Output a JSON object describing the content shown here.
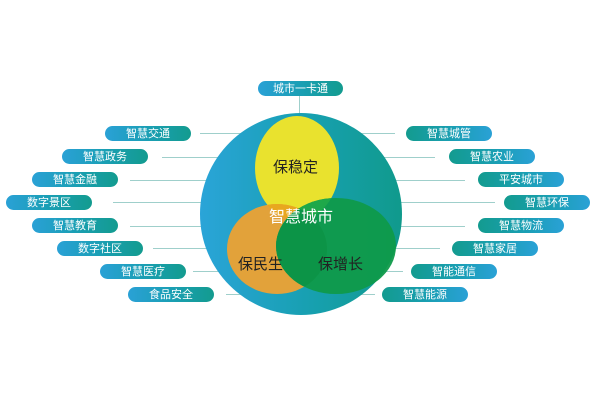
{
  "diagram": {
    "center_title": "智慧城市",
    "top_item": "城市一卡通",
    "venn": {
      "stability": "保稳定",
      "livelihood": "保民生",
      "growth": "保增长"
    },
    "left_items": [
      "智慧交通",
      "智慧政务",
      "智慧金融",
      "数字景区",
      "智慧教育",
      "数字社区",
      "智慧医疗",
      "食品安全"
    ],
    "right_items": [
      "智慧城管",
      "智慧农业",
      "平安城市",
      "智慧环保",
      "智慧物流",
      "智慧家居",
      "智能通信",
      "智慧能源"
    ],
    "colors": {
      "circle_left": "#2aa4d8",
      "circle_right": "#109a8c",
      "yellow": "#e9e22e",
      "orange": "#e2a23a",
      "green": "#0f9a4a",
      "connector": "#9fcfcb"
    }
  }
}
